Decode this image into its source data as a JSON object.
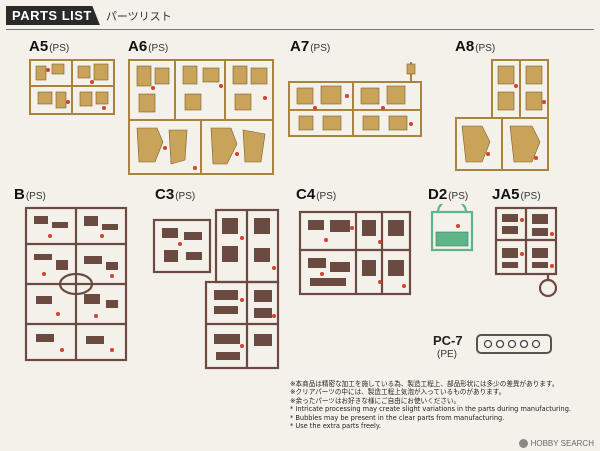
{
  "header": {
    "title": "PARTS LIST",
    "subtitle": "パーツリスト"
  },
  "runners": [
    {
      "id": "a5",
      "code": "A5",
      "material": "(PS)"
    },
    {
      "id": "a6",
      "code": "A6",
      "material": "(PS)"
    },
    {
      "id": "a7",
      "code": "A7",
      "material": "(PS)"
    },
    {
      "id": "a8",
      "code": "A8",
      "material": "(PS)"
    },
    {
      "id": "b",
      "code": "B",
      "material": "(PS)"
    },
    {
      "id": "c3",
      "code": "C3",
      "material": "(PS)"
    },
    {
      "id": "c4",
      "code": "C4",
      "material": "(PS)"
    },
    {
      "id": "d2",
      "code": "D2",
      "material": "(PS)"
    },
    {
      "id": "ja5",
      "code": "JA5",
      "material": "(PS)"
    }
  ],
  "pc": {
    "code": "PC-7",
    "material": "(PE)"
  },
  "colors": {
    "tan": "#c9a35a",
    "tanDark": "#a8843e",
    "brown": "#6b4a42",
    "green": "#5fb58a",
    "red": "#d6402e"
  },
  "notes": [
    "※本商品は精密な加工を施している為、製造工程上、部品形状には多少の差異があります。",
    "※クリアパーツの中には、製造工程上気泡が入っているものがあります。",
    "※余ったパーツはお好きな様にご自由にお使いください。",
    "* Intricate processing may create slight variations in the parts during manufacturing.",
    "* Bubbles may be present in the clear parts from manufacturing.",
    "* Use the extra parts freely."
  ],
  "watermark": "HOBBY SEARCH"
}
